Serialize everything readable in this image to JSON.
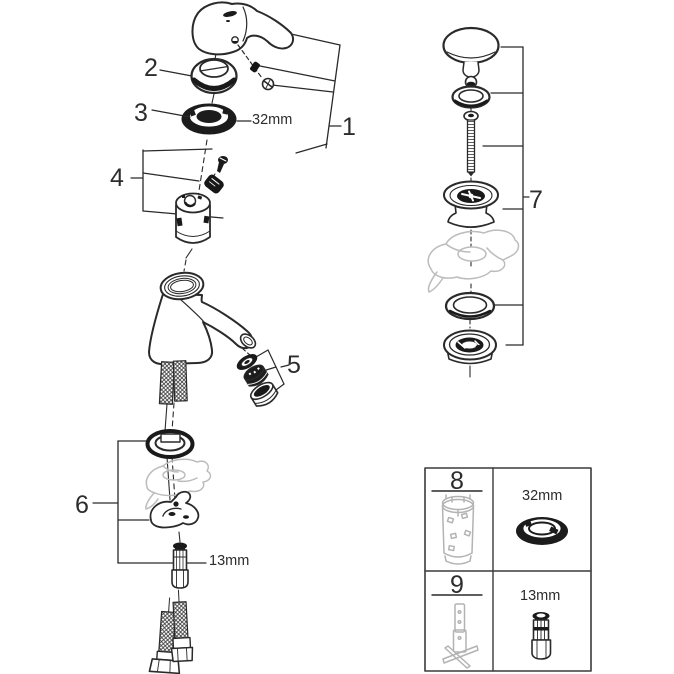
{
  "diagram": {
    "callouts": {
      "c1": "1",
      "c2": "2",
      "c3": "3",
      "c4": "4",
      "c5": "5",
      "c6": "6",
      "c7": "7",
      "c8": "8",
      "c9": "9"
    },
    "dimensions": {
      "mounting_nut": "32mm",
      "mounting_stud": "13mm",
      "kit_nut": "32mm",
      "kit_stud": "13mm"
    },
    "colors": {
      "line": "#2a2a2a",
      "dark_fill": "#1a1a1a",
      "ghost": "#bcbcbc",
      "background": "#ffffff",
      "text": "#2c2c2c"
    }
  }
}
